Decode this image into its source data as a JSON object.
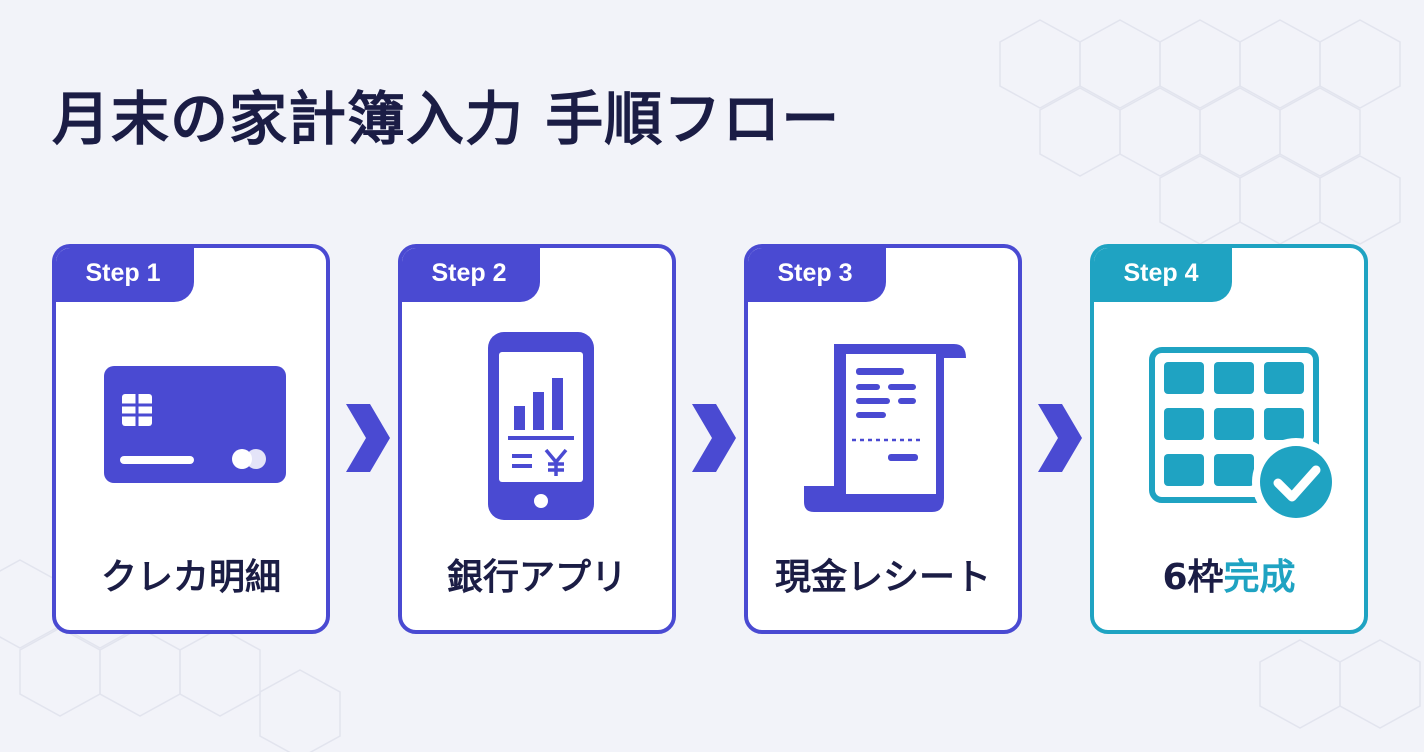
{
  "title": "月末の家計簿入力 手順フロー",
  "colors": {
    "primary": "#4a4ad2",
    "accent": "#1fa3c2",
    "text": "#1b1d45",
    "background": "#f2f3f9"
  },
  "steps": [
    {
      "tab": "Step 1",
      "label": "クレカ明細",
      "icon": "credit-card-icon"
    },
    {
      "tab": "Step 2",
      "label": "銀行アプリ",
      "icon": "smartphone-chart-yen-icon"
    },
    {
      "tab": "Step 3",
      "label": "現金レシート",
      "icon": "receipt-icon"
    },
    {
      "tab": "Step 4",
      "label_prefix": "6枠",
      "label_accent": "完成",
      "icon": "grid-check-icon"
    }
  ],
  "connector_icon": "chevron-right-icon"
}
